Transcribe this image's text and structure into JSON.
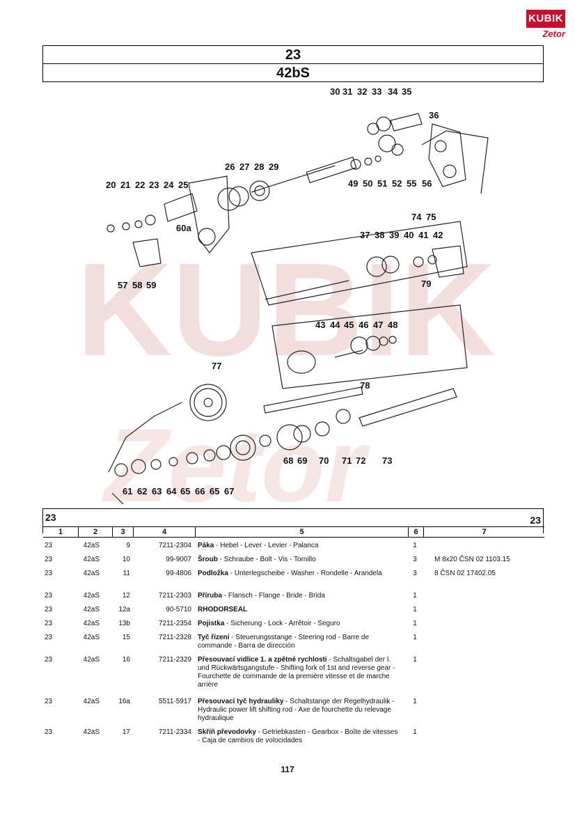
{
  "brand": {
    "name": "KUBIK",
    "sub": "Zetor"
  },
  "header": {
    "group": "23",
    "assembly": "42bS"
  },
  "diagram": {
    "callouts": [
      "30",
      "31",
      "32",
      "33",
      "34",
      "35",
      "36",
      "26",
      "27",
      "28",
      "29",
      "49",
      "50",
      "51",
      "52",
      "55",
      "56",
      "20",
      "21",
      "22",
      "23",
      "24",
      "25",
      "60a",
      "74",
      "75",
      "57",
      "58",
      "59",
      "37",
      "38",
      "39",
      "40",
      "41",
      "42",
      "79",
      "43",
      "44",
      "45",
      "46",
      "47",
      "48",
      "77",
      "78",
      "68",
      "69",
      "70",
      "71",
      "72",
      "73",
      "61",
      "62",
      "63",
      "64",
      "65",
      "66",
      "65",
      "67"
    ]
  },
  "table": {
    "group_left": "23",
    "group_right": "23",
    "columns": [
      "1",
      "2",
      "3",
      "4",
      "5",
      "6",
      "7"
    ],
    "rows": [
      {
        "c1": "23",
        "c2": "42aS",
        "c3": "9",
        "c4": "7211-2304",
        "name": "Páka",
        "desc": " - Hebel - Lever - Levier - Palanca",
        "qty": "1",
        "note": ""
      },
      {
        "c1": "23",
        "c2": "42aS",
        "c3": "10",
        "c4": "99-9007",
        "name": "Šroub",
        "desc": " - Schraube - Bolt - Vis - Tornillo",
        "qty": "3",
        "note": "M 8x20 ČSN 02 1103.15"
      },
      {
        "c1": "23",
        "c2": "42aS",
        "c3": "11",
        "c4": "99-4806",
        "name": "Podložka",
        "desc": " - Unterlegscheibe - Washer - Rondelle - Arandela",
        "qty": "3",
        "note": "8 ČSN 02 17402.05"
      },
      {
        "c1": "23",
        "c2": "42aS",
        "c3": "12",
        "c4": "7211-2303",
        "name": "Příruba",
        "desc": " - Flansch - Flange - Bride - Brida",
        "qty": "1",
        "note": ""
      },
      {
        "c1": "23",
        "c2": "42aS",
        "c3": "12a",
        "c4": "90-5710",
        "name": "RHODORSEAL",
        "desc": "",
        "qty": "1",
        "note": ""
      },
      {
        "c1": "23",
        "c2": "42aS",
        "c3": "13b",
        "c4": "7211-2354",
        "name": "Pojistka",
        "desc": " - Sicherung - Lock - Arrêtoir - Seguro",
        "qty": "1",
        "note": ""
      },
      {
        "c1": "23",
        "c2": "42aS",
        "c3": "15",
        "c4": "7211-2328",
        "name": "Tyč řízení",
        "desc": " - Steuerungsstange - Steering rod - Barre de commande - Barra de dirección",
        "qty": "1",
        "note": ""
      },
      {
        "c1": "23",
        "c2": "42aS",
        "c3": "16",
        "c4": "7211-2329",
        "name": "Přesouvací vidlice 1. a zpětné rychlosti",
        "desc": " - Schaltsgabel der I. und Rückwärtsgangstufe - Shifting fork of 1st and reverse gear - Fourchette de commande de la première vitesse et de marche arrière",
        "qty": "1",
        "note": ""
      },
      {
        "c1": "23",
        "c2": "42aS",
        "c3": "16a",
        "c4": "5511-5917",
        "name": "Přesouvací tyč hydrauliky",
        "desc": " - Schaltstange der Regelhydraulik - Hydraulic power lift shifting rod - Axe de fourchette du relevage hydraulique",
        "qty": "1",
        "note": ""
      },
      {
        "c1": "23",
        "c2": "42aS",
        "c3": "17",
        "c4": "7211-2334",
        "name": "Skříň převodovky",
        "desc": " - Getriebkasten - Gearbox - Boîte de vitesses - Caja de cambios de volocidades",
        "qty": "1",
        "note": ""
      }
    ]
  },
  "page_number": "117"
}
